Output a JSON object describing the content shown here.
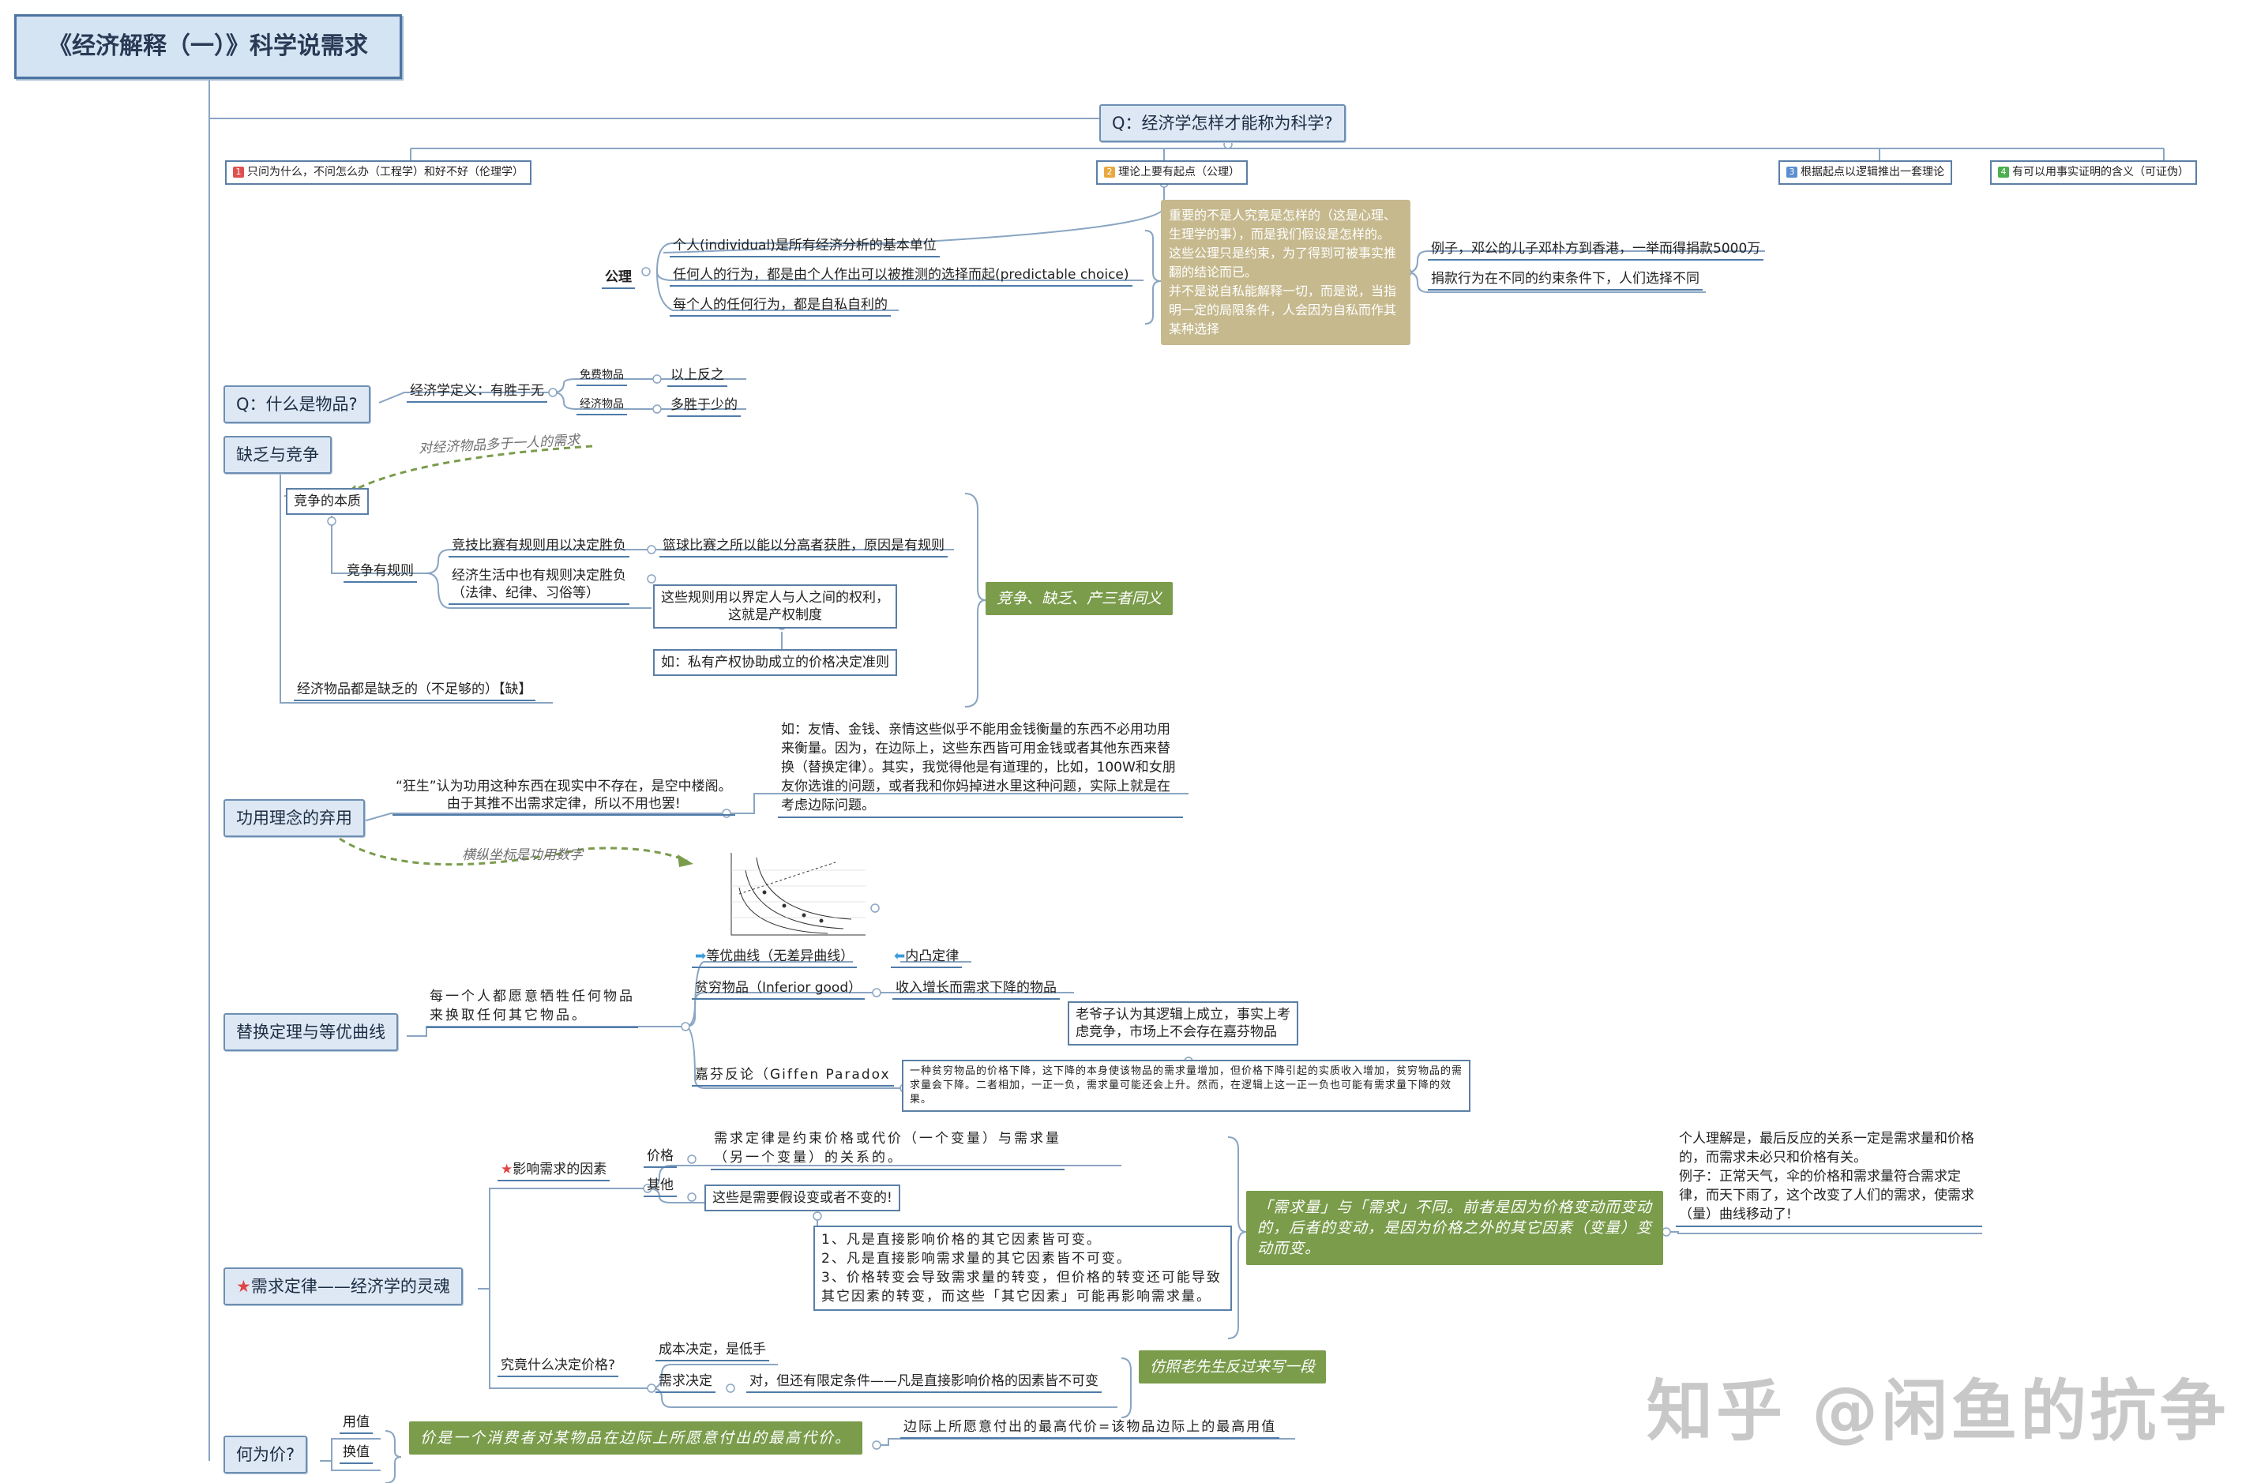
{
  "root": "《经济解释（一）》科学说需求",
  "q_science": {
    "title": "Q：经济学怎样才能称为科学?",
    "branches": [
      {
        "num": "1",
        "color": "#e05050",
        "label": "只问为什么，不问怎么办（工程学）和好不好（伦理学）"
      },
      {
        "num": "2",
        "color": "#e8a840",
        "label": "理论上要有起点（公理）"
      },
      {
        "num": "3",
        "color": "#5b8fd0",
        "label": "根据起点以逻辑推出一套理论"
      },
      {
        "num": "4",
        "color": "#4caf50",
        "label": "有可以用事实证明的含义（可证伪）"
      }
    ],
    "axiom_label": "公理",
    "axioms": [
      "个人(individual)是所有经济分析的基本单位",
      "任何人的行为，都是由个人作出可以被推测的选择而起(predictable choice)",
      "每个人的任何行为，都是自私自利的"
    ],
    "axiom_note": "重要的不是人究竟是怎样的（这是心理、生理学的事），而是我们假设是怎样的。\n这些公理只是约束，为了得到可被事实推翻的结论而已。\n并不是说自私能解释一切，而是说，当指明一定的局限条件，人会因为自私而作其某种选择",
    "examples": [
      "例子，邓公的儿子邓朴方到香港，一举而得捐款5000万",
      "捐款行为在不同的约束条件下，人们选择不同"
    ]
  },
  "q_goods": {
    "title": "Q：什么是物品?",
    "definition": "经济学定义：有胜于无",
    "free_goods": "免费物品",
    "free_goods_note": "以上反之",
    "economic_goods": "经济物品",
    "economic_goods_note": "多胜于少的",
    "link_label": "对经济物品多于一人的需求"
  },
  "scarcity": {
    "title": "缺乏与竞争",
    "nature": "竞争的本质",
    "rules_label": "竞争有规则",
    "rule1": "竞技比赛有规则用以决定胜负",
    "rule1_note": "篮球比赛之所以能以分高者获胜，原因是有规则",
    "rule2": "经济生活中也有规则决定胜负\n（法律、纪律、习俗等）",
    "rights": "这些规则用以界定人与人之间的权利，\n这就是产权制度",
    "price_rule": "如：私有产权协助成立的价格决定准则",
    "scarce_goods": "经济物品都是缺乏的（不足够的）【缺】",
    "summary": "竞争、缺乏、产三者同义"
  },
  "utility": {
    "title": "功用理念的弃用",
    "claim": "“狂生”认为功用这种东西在现实中不存在，是空中楼阁。\n由于其推不出需求定律，所以不用也罢!",
    "example": "如：友情、金钱、亲情这些似乎不能用金钱衡量的东西不必用功用来衡量。因为，在边际上，这些东西皆可用金钱或者其他东西来替换（替换定律）。其实，我觉得他是有道理的，比如，100W和女朋友你选谁的问题，或者我和你妈掉进水里这种问题，实际上就是在考虑边际问题。",
    "link_label": "横纵坐标是功用数字"
  },
  "substitution": {
    "title": "替换定理与等优曲线",
    "statement": "每一个人都愿意牺牲任何物品\n来换取任何其它物品。",
    "indiff": "等优曲线（无差异曲线）",
    "convex": "内凸定律",
    "inferior": "贫穷物品（Inferior good）",
    "inferior_note": "收入增长而需求下降的物品",
    "giffen_comment": "老爷子认为其逻辑上成立，事实上考\n虑竞争，市场上不会存在嘉芬物品",
    "giffen": "嘉芬反论（Giffen Paradox",
    "giffen_note": "一种贫穷物品的价格下降，这下降的本身使该物品的需求量增加，但价格下降引起的实质收入增加，贫穷物品的需求量会下降。二者相加，一正一负，需求量可能还会上升。然而，在逻辑上这一正一负也可能有需求量下降的效果。"
  },
  "demand": {
    "title": "需求定律——经济学的灵魂",
    "factors": "影响需求的因素",
    "price": "价格",
    "price_note": "需求定律是约束价格或代价（一个变量）与需求量\n（另一个变量）的关系的。",
    "other": "其他",
    "other_note": "这些是需要假设变或者不变的!",
    "rules": "1、凡是直接影响价格的其它因素皆可变。\n2、凡是直接影响需求量的其它因素皆不可变。\n3、价格转变会导致需求量的转变，但价格的转变还可能导致其它因素的转变，而这些「其它因素」可能再影响需求量。",
    "green_note": "「需求量」与「需求」不同。前者是因为价格变动而变动的，后者的变动，是因为价格之外的其它因素（变量）变动而变。",
    "personal": "个人理解是，最后反应的关系一定是需求量和价格的，而需求未必只和价格有关。\n例子：正常天气，伞的价格和需求量符合需求定律，而天下雨了，这个改变了人们的需求，使需求（量）曲线移动了!",
    "decide": "究竟什么决定价格?",
    "cost": "成本决定，是低手",
    "demand_decide": "需求决定",
    "demand_decide_note": "对，但还有限定条件——凡是直接影响价格的因素皆不可变",
    "imitate": "仿照老先生反过来写一段"
  },
  "value": {
    "title": "何为价?",
    "use": "用值",
    "exchange": "换值",
    "definition": "价是一个消费者对某物品在边际上所愿意付出的最高代价。",
    "marginal": "边际上所愿意付出的最高代价=该物品边际上的最高用值"
  },
  "watermark": "知乎 @闲鱼的抗争"
}
